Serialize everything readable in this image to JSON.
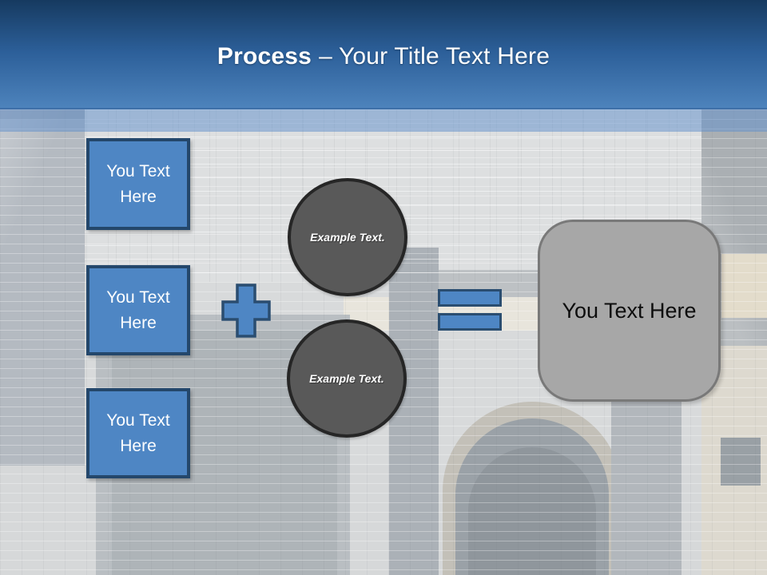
{
  "slide": {
    "title": {
      "bold": "Process",
      "rest": "– Your Title Text Here"
    },
    "input_boxes": [
      {
        "label": "You Text Here"
      },
      {
        "label": "You Text Here"
      },
      {
        "label": "You Text Here"
      }
    ],
    "example_circles": [
      {
        "label": "Example Text."
      },
      {
        "label": "Example Text."
      }
    ],
    "result_box": {
      "label": "You Text Here"
    },
    "colors": {
      "header_gradient_top": "#163a60",
      "header_gradient_bottom": "#4d83bc",
      "accent_blue_fill": "#4e86c4",
      "accent_blue_border": "#24476b",
      "circle_fill": "#595959",
      "circle_border": "#262626",
      "result_fill": "#a7a7a7",
      "result_border": "#797979",
      "title_text": "#ffffff"
    }
  }
}
